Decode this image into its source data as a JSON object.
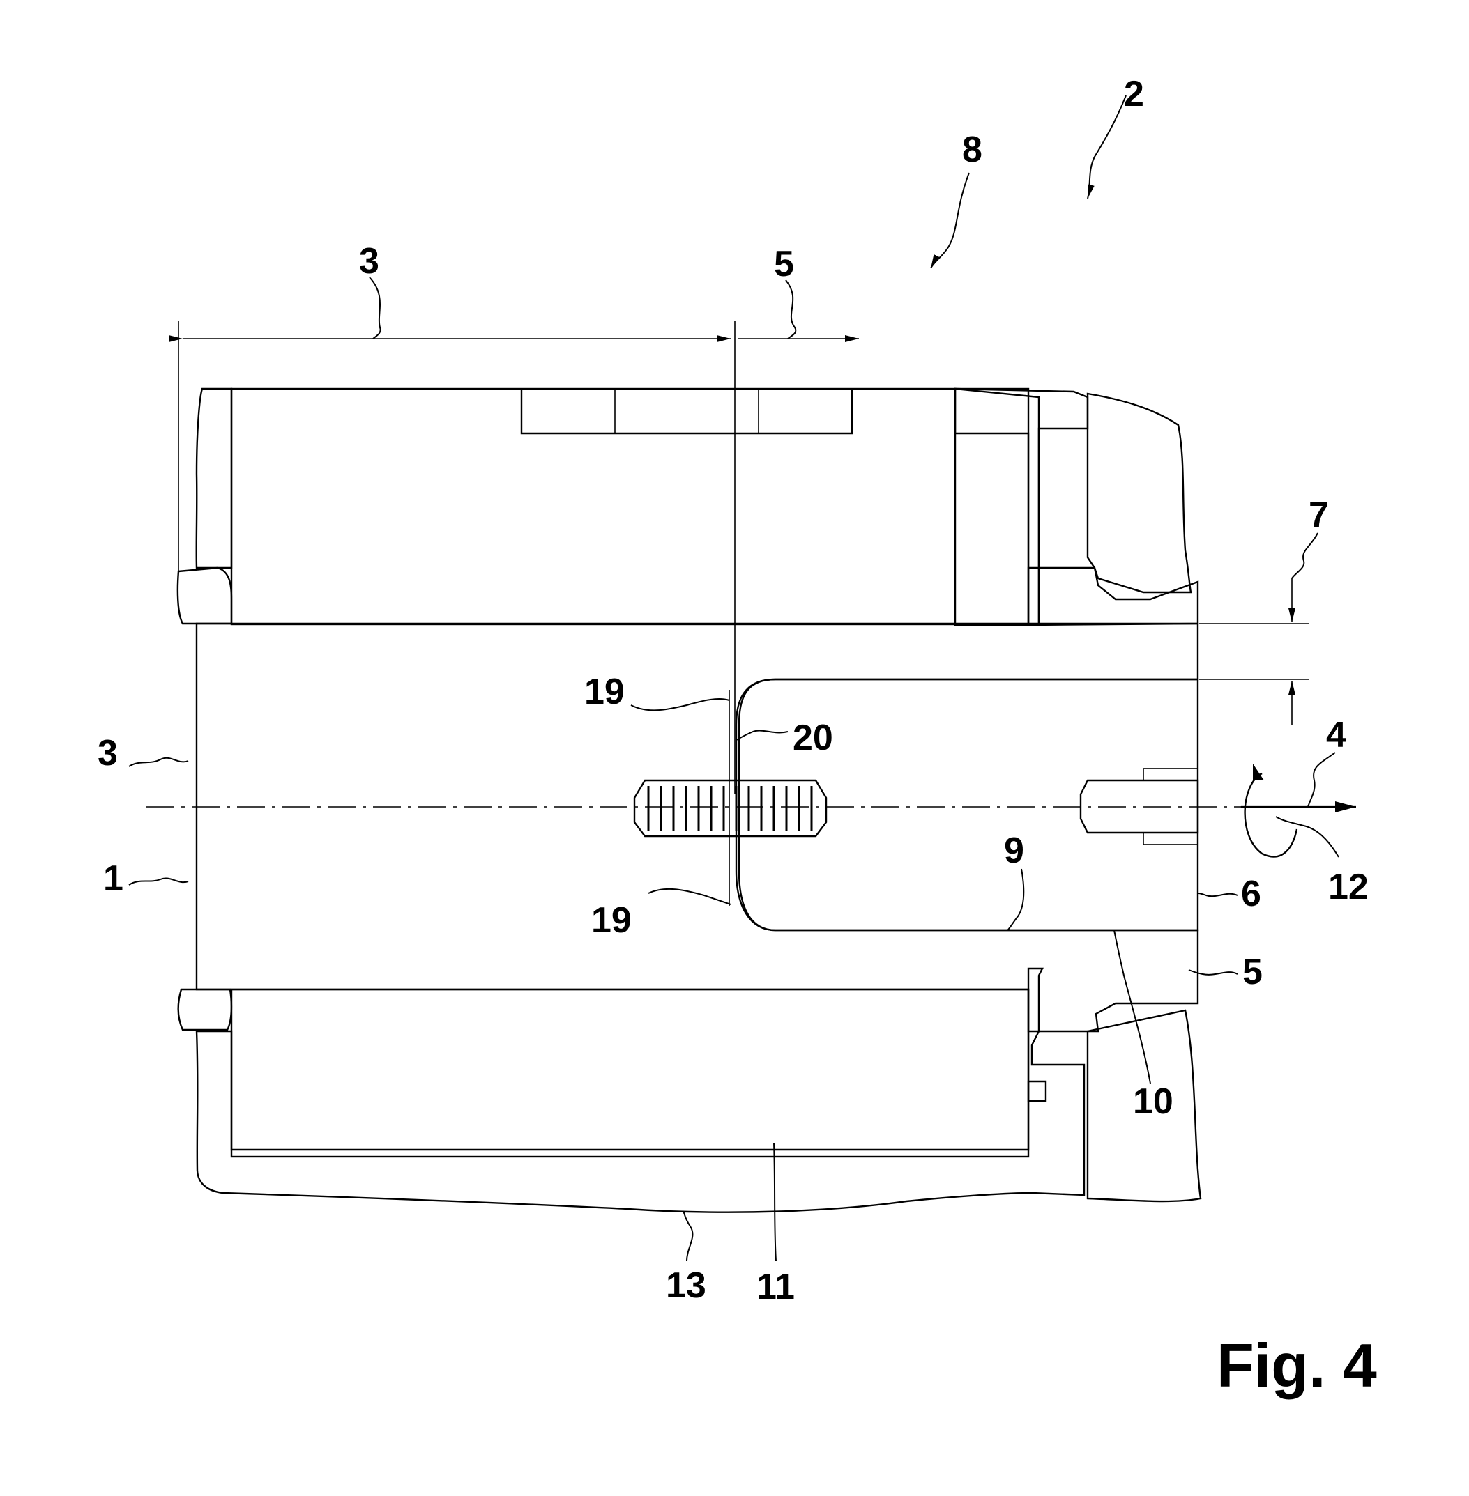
{
  "figure_label": "Fig. 4",
  "labels": {
    "l2": "2",
    "l8": "8",
    "l3_top": "3",
    "l5_top": "5",
    "l7": "7",
    "l19_upper": "19",
    "l20": "20",
    "l3_left": "3",
    "l4": "4",
    "l1": "1",
    "l9": "9",
    "l6": "6",
    "l12": "12",
    "l19_lower": "19",
    "l5_right": "5",
    "l10": "10",
    "l13": "13",
    "l11": "11"
  }
}
